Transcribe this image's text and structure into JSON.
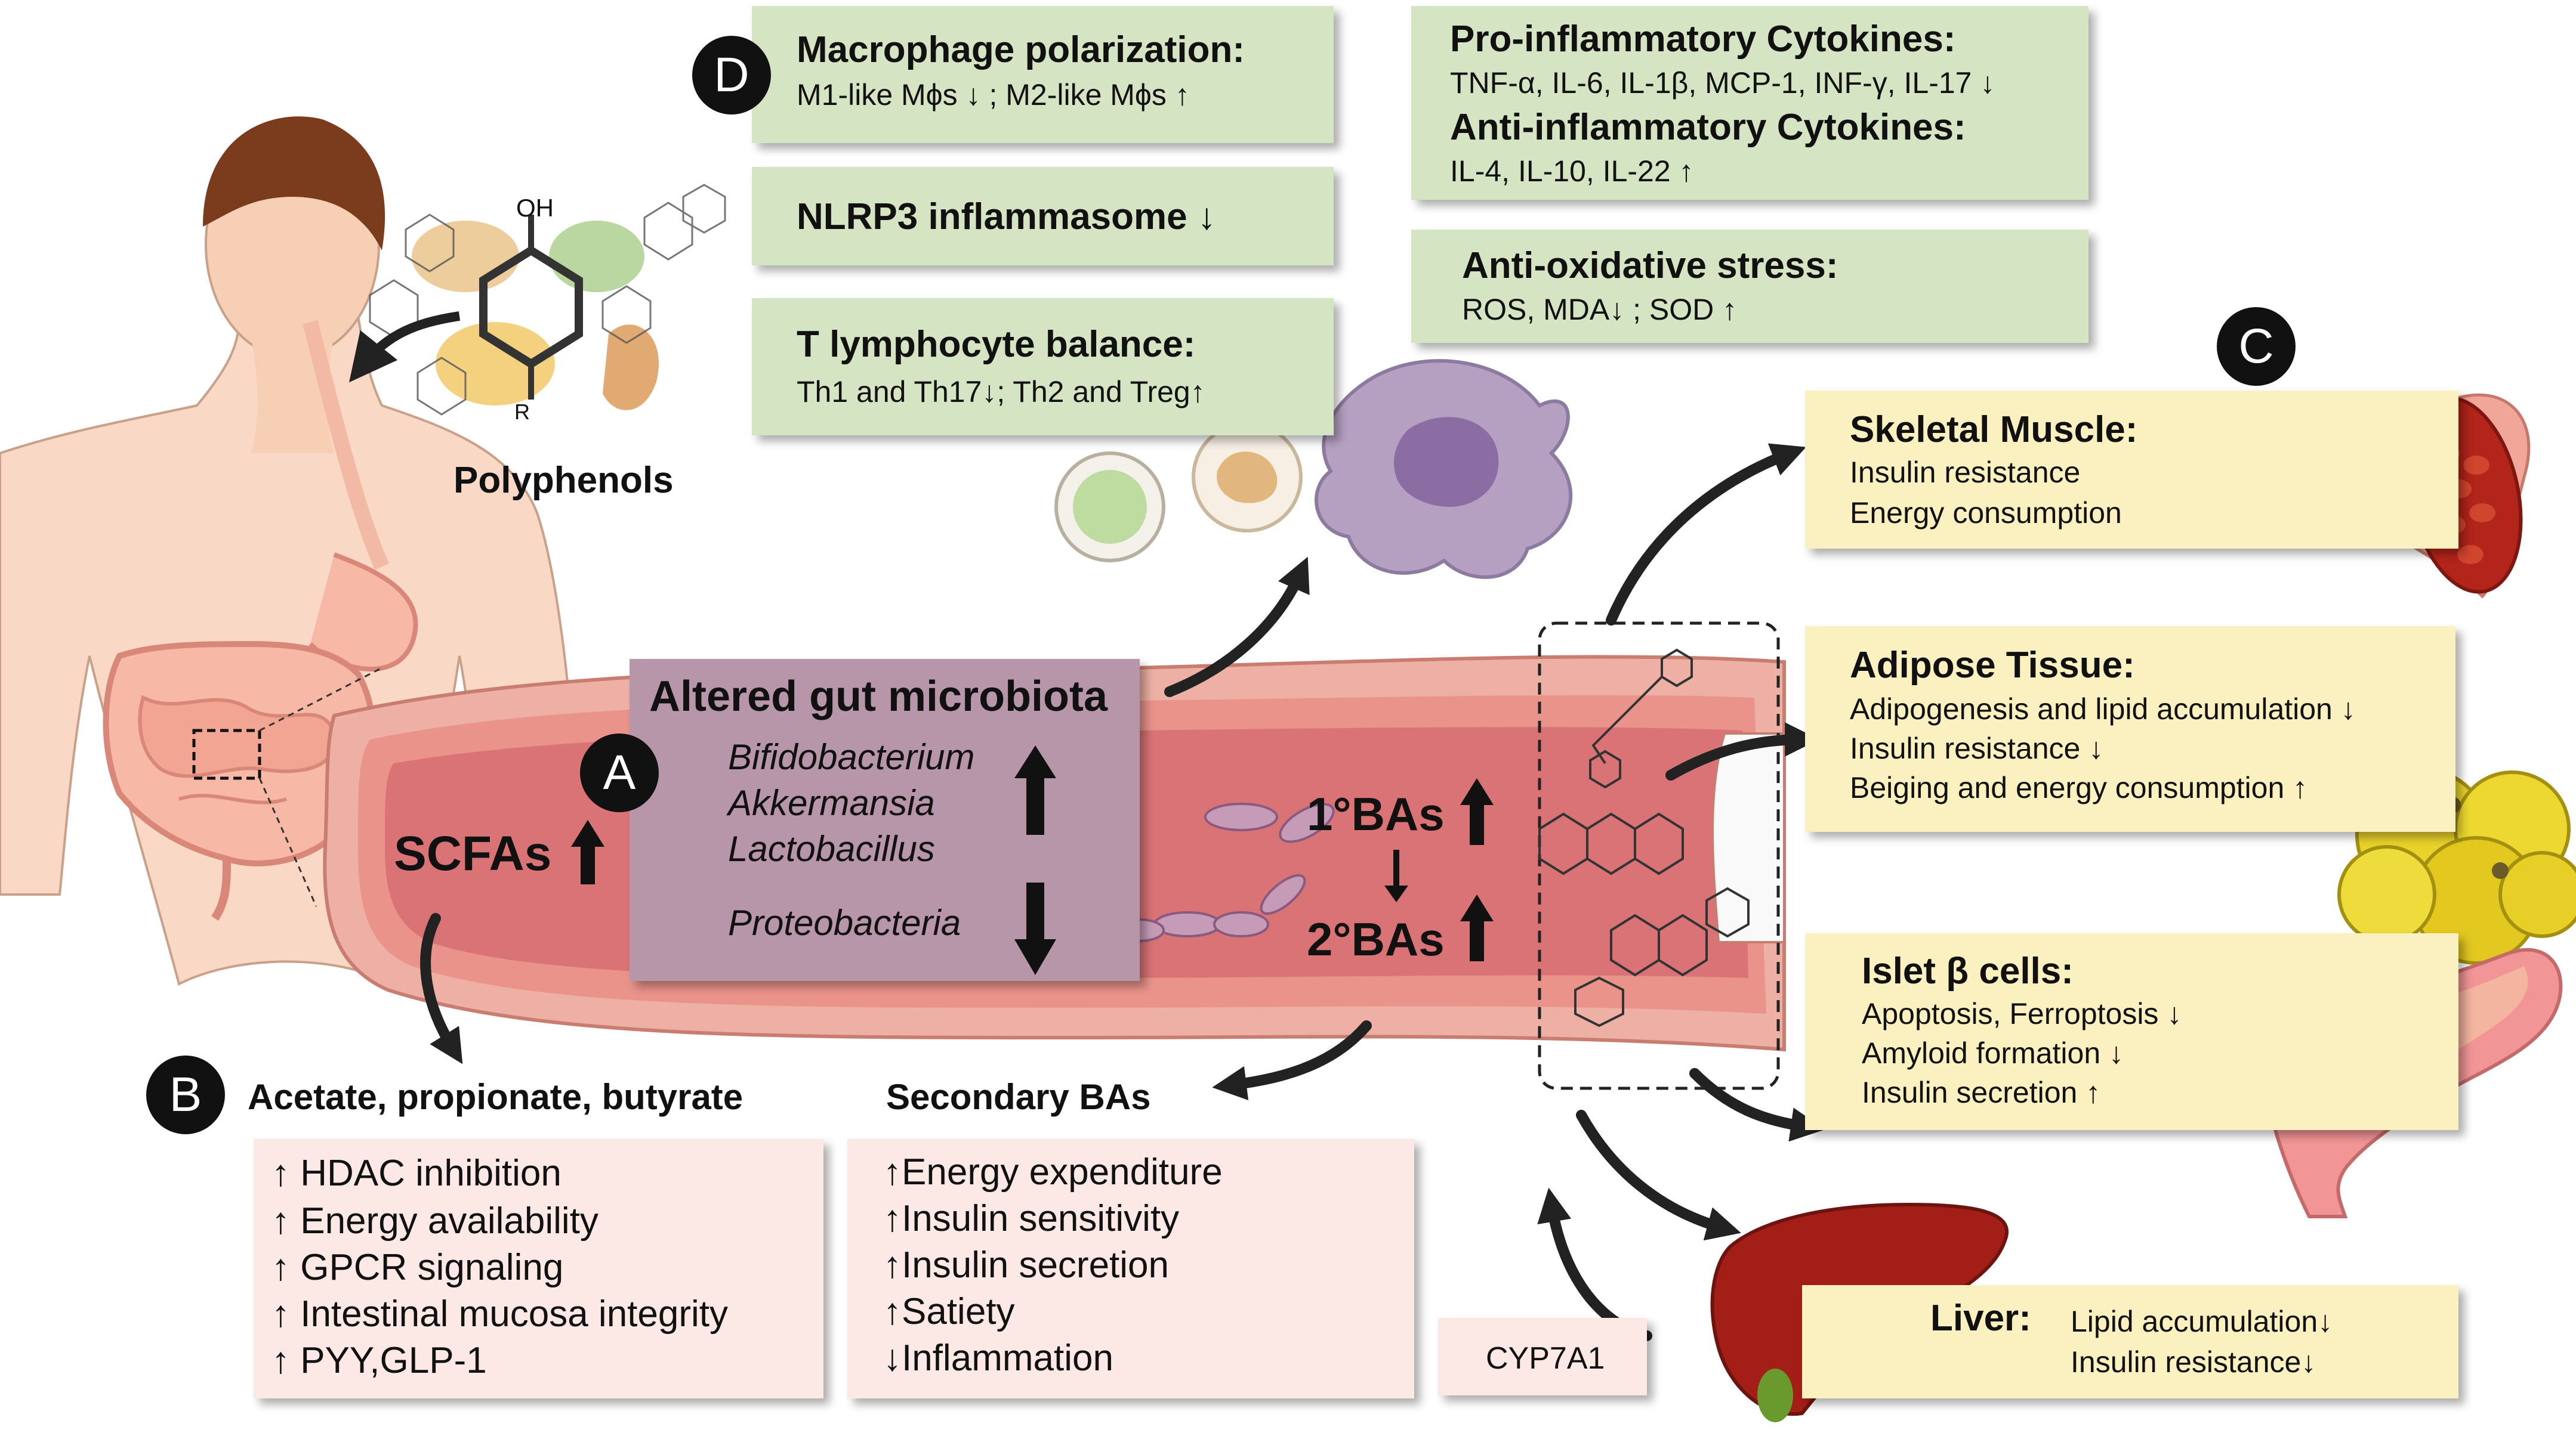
{
  "badges": {
    "a": "A",
    "b": "B",
    "c": "C",
    "d": "D"
  },
  "polyphenols": {
    "label": "Polyphenols",
    "oh": "OH",
    "r": "R"
  },
  "gut": {
    "title": "Altered gut microbiota",
    "increased": [
      "Bifidobacterium",
      "Akkermansia",
      "Lactobacillus"
    ],
    "decreased": "Proteobacteria",
    "scfas": "SCFAs",
    "primary_bas": "1°BAs",
    "secondary_bas": "2°BAs"
  },
  "immune": {
    "macrophage": {
      "title": "Macrophage polarization:",
      "detail": "M1-like Mϕs ↓ ;   M2-like Mϕs ↑"
    },
    "nlrp3": {
      "title": "NLRP3 inflammasome ↓"
    },
    "t_cell": {
      "title": "T lymphocyte balance:",
      "detail": "Th1 and Th17↓;  Th2 and Treg↑"
    },
    "cytokines": {
      "pro_title": "Pro-inflammatory Cytokines:",
      "pro_detail": "TNF-α, IL-6, IL-1β, MCP-1, INF-γ, IL-17  ↓",
      "anti_title": "Anti-inflammatory Cytokines:",
      "anti_detail": "IL-4, IL-10, IL-22  ↑"
    },
    "oxidative": {
      "title": "Anti-oxidative stress:",
      "detail": "ROS, MDA↓ ;   SOD ↑"
    }
  },
  "scfa_effects": {
    "title": "Acetate, propionate, butyrate",
    "items": [
      "↑ HDAC inhibition",
      "↑ Energy availability",
      "↑ GPCR signaling",
      "↑ Intestinal mucosa integrity",
      "↑ PYY,GLP-1"
    ]
  },
  "ba_effects": {
    "title": "Secondary BAs",
    "items": [
      "↑Energy expenditure",
      "↑Insulin sensitivity",
      "↑Insulin secretion",
      "↑Satiety",
      "↓Inflammation"
    ]
  },
  "cyp7a1": "CYP7A1",
  "organs": {
    "muscle": {
      "title": "Skeletal Muscle:",
      "items": [
        "Insulin resistance",
        "Energy consumption"
      ]
    },
    "adipose": {
      "title": "Adipose Tissue:",
      "items": [
        "Adipogenesis and lipid accumulation ↓",
        "Insulin resistance ↓",
        "Beiging and energy consumption ↑"
      ]
    },
    "islet": {
      "title": "Islet β cells:",
      "items": [
        "Apoptosis, Ferroptosis ↓",
        "Amyloid formation ↓",
        "Insulin secretion  ↑"
      ]
    },
    "liver": {
      "title": "Liver:",
      "items": [
        "Lipid accumulation↓",
        "Insulin resistance↓"
      ]
    }
  },
  "colors": {
    "green_box": "#d5e4c2",
    "yellow_box": "#fbf0bf",
    "pink_box": "#fce9e6",
    "microbiota_box": "#b896aa",
    "gut_wall": "#e9a093",
    "gut_lumen": "#d9777c"
  }
}
